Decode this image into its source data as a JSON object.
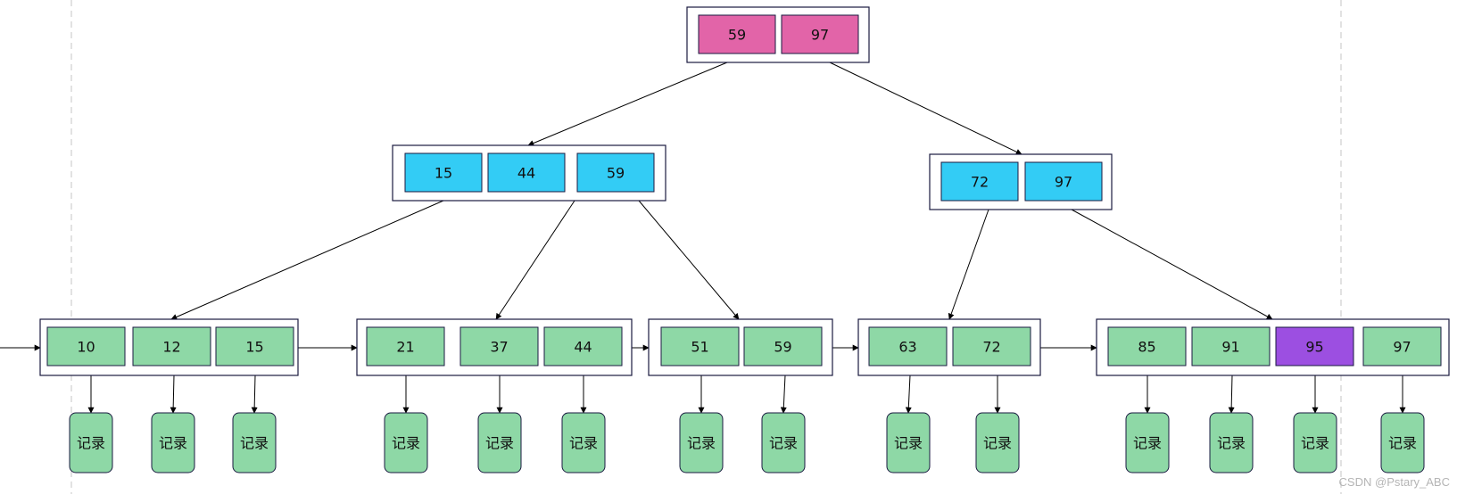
{
  "colors": {
    "root_key": "#e264a8",
    "internal_key": "#33ccf5",
    "leaf_key": "#8ed8a6",
    "highlight_key": "#9c4fe1",
    "record": "#8ed8a6",
    "stroke": "#1a1a40",
    "edge": "#000000",
    "guide": "#c4c4c4",
    "watermark": "#b5b5b5"
  },
  "tree": {
    "root": {
      "keys": [
        "59",
        "97"
      ]
    },
    "internal": [
      {
        "keys": [
          "15",
          "44",
          "59"
        ]
      },
      {
        "keys": [
          "72",
          "97"
        ]
      }
    ],
    "leaves": [
      {
        "keys": [
          "10",
          "12",
          "15"
        ]
      },
      {
        "keys": [
          "21",
          "37",
          "44"
        ]
      },
      {
        "keys": [
          "51",
          "59"
        ]
      },
      {
        "keys": [
          "63",
          "72"
        ]
      },
      {
        "keys": [
          "85",
          "91",
          "95",
          "97"
        ],
        "highlight": "95"
      }
    ]
  },
  "record_label": "记录",
  "watermark": "CSDN @Pstary_ABC"
}
